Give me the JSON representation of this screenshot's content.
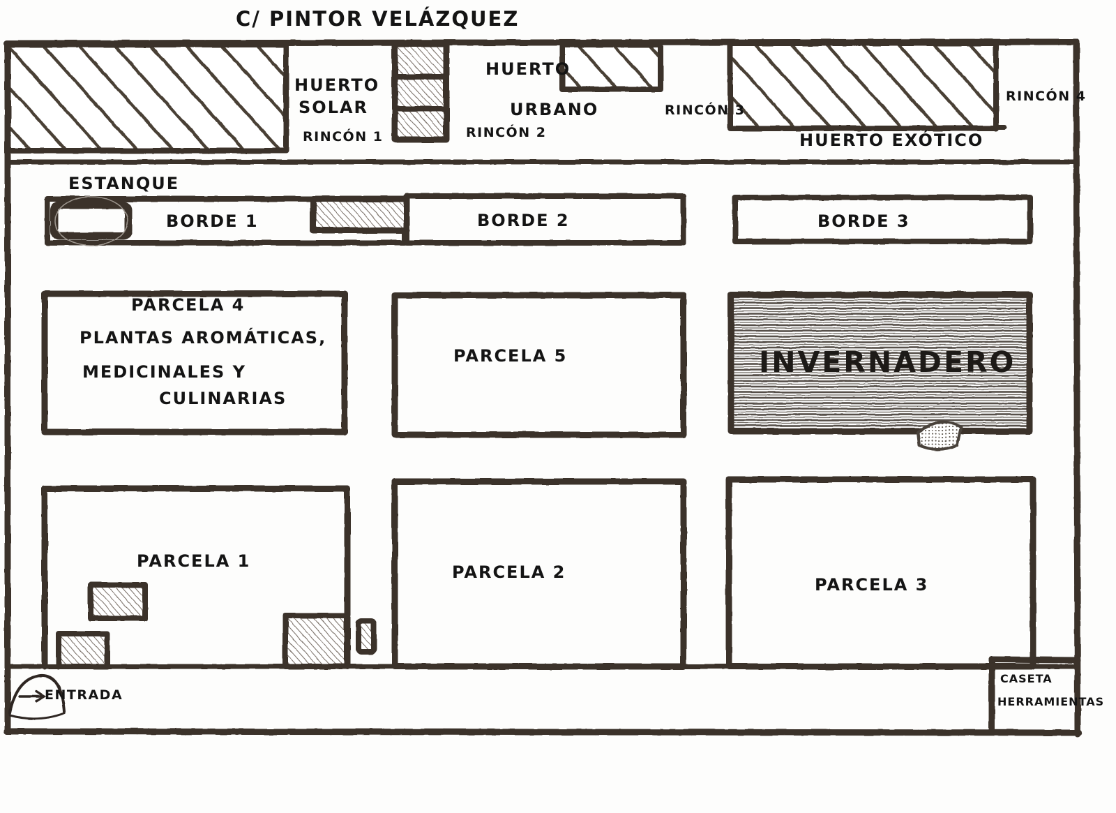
{
  "document": {
    "type": "hand-drawn-site-plan",
    "title": "Plano de huerto urbano",
    "street_label": "C/ PINTOR   VELÁZQUEZ",
    "ink_color": "#3a312a",
    "paper_color": "#fdfdfc"
  },
  "top_row": {
    "plot_solar_label_line1": "HUERTO",
    "plot_solar_label_line2": "SOLAR",
    "plot_solar_corner": "RINCÓN 1",
    "plot_urbano_label_line1": "HUERTO",
    "plot_urbano_label_line2": "URBANO",
    "plot_urbano_corner": "RINCÓN 2",
    "corner3": "RINCÓN 3",
    "corner4": "RINCÓN 4",
    "exotic_label": "HUERTO  EXÓTICO"
  },
  "border_row": {
    "pond_label": "ESTANQUE",
    "borde_1": "BORDE  1",
    "borde_2": "BORDE  2",
    "borde_3": "BORDE  3"
  },
  "middle_row": {
    "parcela_4_title": "PARCELA   4",
    "parcela_4_line1": "PLANTAS  AROMÁTICAS,",
    "parcela_4_line2": "MEDICINALES   Y",
    "parcela_4_line3": "CULINARIAS",
    "parcela_5": "PARCELA   5",
    "greenhouse": "INVERNADERO"
  },
  "bottom_row": {
    "parcela_1": "PARCELA   1",
    "parcela_2": "PARCELA   2",
    "parcela_3": "PARCELA   3"
  },
  "annotations": {
    "entrance": "ENTRADA",
    "entrance_arrow": "→",
    "shed_line1": "CASETA",
    "shed_line2": "HERRAMIENTAS"
  }
}
